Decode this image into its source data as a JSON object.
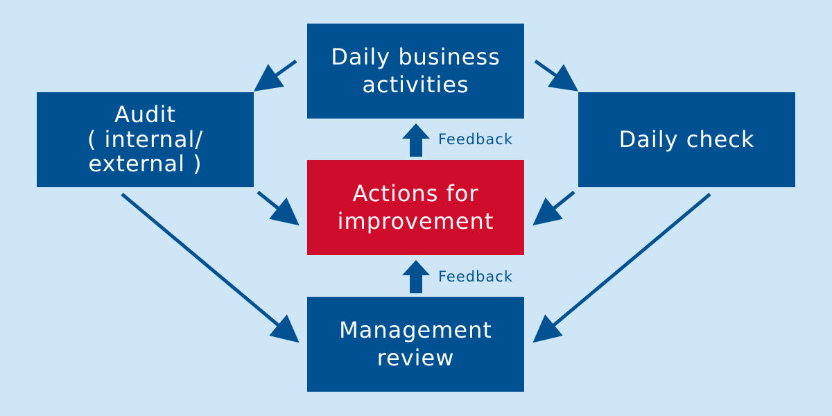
{
  "colors": {
    "background": "#cfe6f7",
    "box_blue": "#005192",
    "box_red": "#cf0c2c",
    "arrow": "#005192",
    "feedback_text": "#005192"
  },
  "boxes": {
    "daily_business": {
      "label": "Daily business\nactivities"
    },
    "audit": {
      "label": "Audit\n( internal/\nexternal )"
    },
    "daily_check": {
      "label": "Daily check"
    },
    "actions": {
      "label": "Actions for\nimprovement"
    },
    "management": {
      "label": "Management\nreview"
    }
  },
  "feedback": {
    "top": "Feedback",
    "bottom": "Feedback"
  },
  "icons": {
    "arrow": "arrow-icon",
    "feedback_arrow": "block-up-arrow-icon"
  }
}
